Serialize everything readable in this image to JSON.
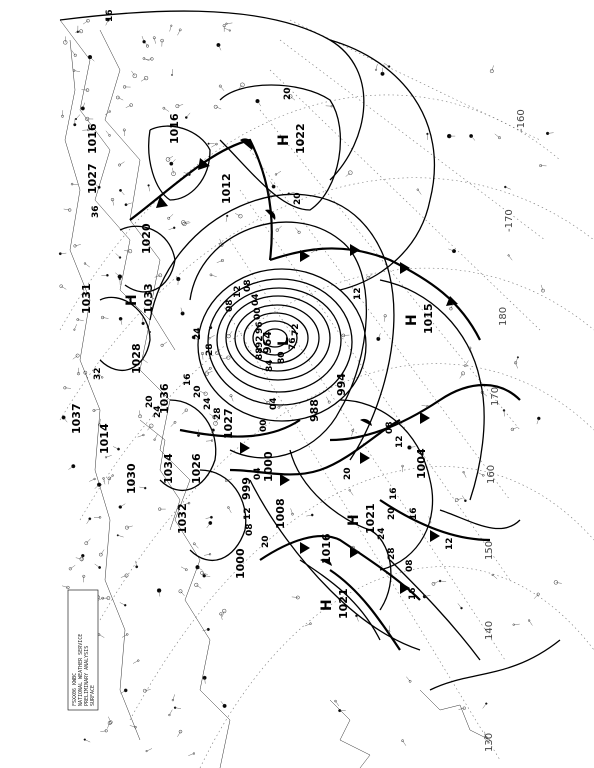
{
  "map": {
    "title_block_lines": [
      "FSXX06 KWBC",
      "NATIONAL WEATHER SERVICE",
      "PRELIMINARY ANALYSIS",
      "SURFACE"
    ],
    "longitudes": [
      "-160",
      "-170",
      "180",
      "170",
      "160",
      "150",
      "140",
      "130"
    ],
    "pressure_centers": [
      {
        "type": "L",
        "value": "964"
      },
      {
        "type": "L",
        "value": "994"
      },
      {
        "type": "L",
        "value": "988"
      },
      {
        "type": "L",
        "value": "1000"
      },
      {
        "type": "L",
        "value": "999"
      },
      {
        "type": "L",
        "value": "1008"
      },
      {
        "type": "L",
        "value": "1004"
      },
      {
        "type": "L",
        "value": "1016"
      },
      {
        "type": "L",
        "value": "1012"
      },
      {
        "type": "L",
        "value": "1016"
      },
      {
        "type": "L",
        "value": "1016"
      },
      {
        "type": "L",
        "value": "1014"
      },
      {
        "type": "L",
        "value": "1027"
      },
      {
        "type": "L",
        "value": "1000"
      },
      {
        "type": "H",
        "value": "1022"
      },
      {
        "type": "H",
        "value": "1015"
      },
      {
        "type": "H",
        "value": "1021"
      },
      {
        "type": "H",
        "value": "1021"
      },
      {
        "type": "H",
        "value": "1033"
      },
      {
        "type": "H",
        "value": "1036"
      },
      {
        "type": "H",
        "value": "1037"
      },
      {
        "type": "H",
        "value": "1034"
      },
      {
        "type": "H",
        "value": "1032"
      },
      {
        "type": "H",
        "value": "1030"
      },
      {
        "type": "H",
        "value": "1027"
      },
      {
        "type": "H",
        "value": "1028"
      },
      {
        "type": "H",
        "value": "1020"
      },
      {
        "type": "H",
        "value": "1026"
      },
      {
        "type": "H",
        "value": "1031"
      }
    ],
    "isobar_labels": [
      "16",
      "20",
      "20",
      "20",
      "16",
      "12",
      "08",
      "04",
      "00",
      "96",
      "92",
      "88",
      "84",
      "80",
      "76",
      "72",
      "08",
      "12",
      "16",
      "20",
      "24",
      "28",
      "32",
      "36",
      "04",
      "00",
      "08",
      "12",
      "16",
      "20",
      "24",
      "28",
      "20",
      "24",
      "12",
      "08",
      "04",
      "16",
      "20",
      "24",
      "28",
      "08",
      "12"
    ],
    "colors": {
      "ink": "#000000",
      "paper": "#ffffff",
      "grid": "#777777"
    }
  }
}
